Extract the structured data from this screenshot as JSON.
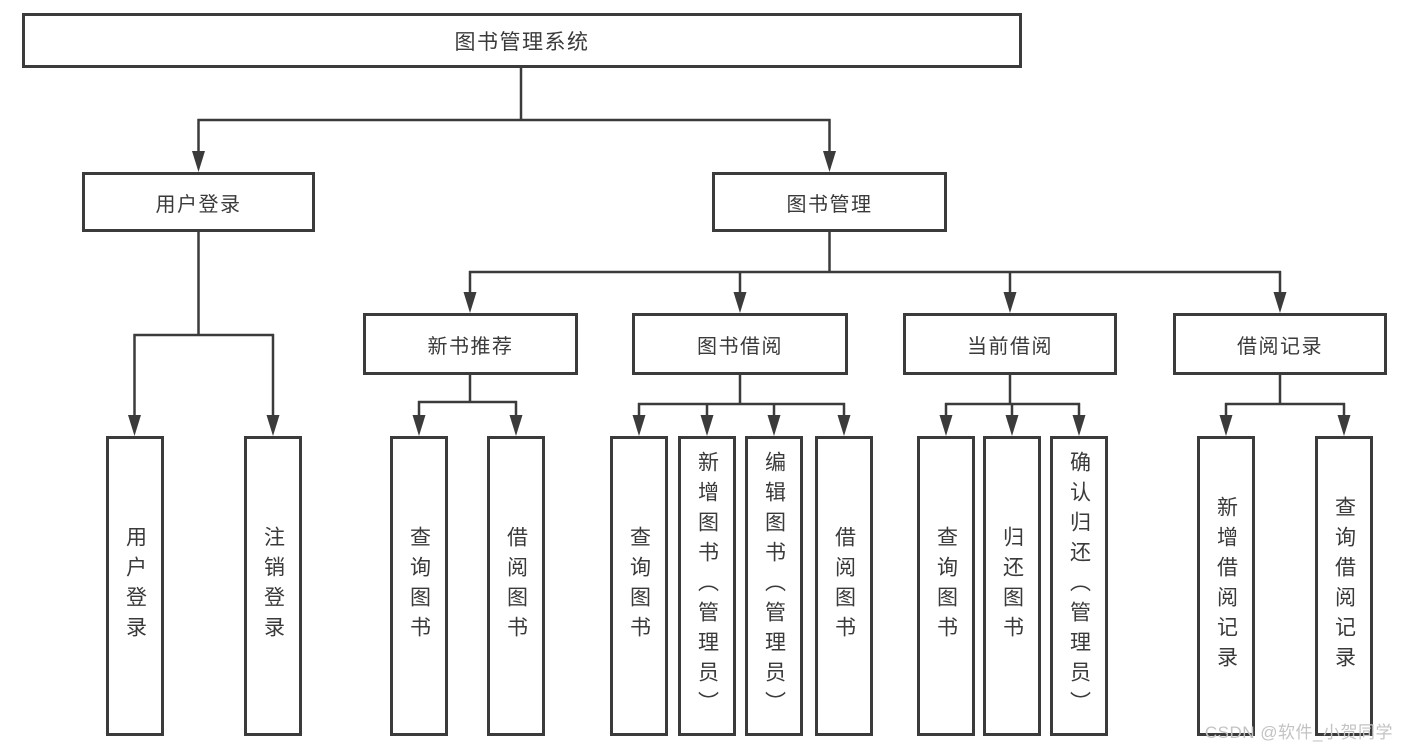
{
  "colors": {
    "line": "#3b3b3b",
    "border": "#3b3b3b",
    "text": "#3a3a3a",
    "background": "#ffffff",
    "watermark": "#c3c3c3"
  },
  "watermark": "CSDN @软件_小贺同学",
  "tree": {
    "label": "图书管理系统",
    "children": [
      {
        "label": "用户登录",
        "children": [
          {
            "label": "用户登录"
          },
          {
            "label": "注销登录"
          }
        ]
      },
      {
        "label": "图书管理",
        "children": [
          {
            "label": "新书推荐",
            "children": [
              {
                "label": "查询图书"
              },
              {
                "label": "借阅图书"
              }
            ]
          },
          {
            "label": "图书借阅",
            "children": [
              {
                "label": "查询图书"
              },
              {
                "label": "新增图书（管理员）"
              },
              {
                "label": "编辑图书（管理员）"
              },
              {
                "label": "借阅图书"
              }
            ]
          },
          {
            "label": "当前借阅",
            "children": [
              {
                "label": "查询图书"
              },
              {
                "label": "归还图书"
              },
              {
                "label": "确认归还（管理员）"
              }
            ]
          },
          {
            "label": "借阅记录",
            "children": [
              {
                "label": "新增借阅记录"
              },
              {
                "label": "查询借阅记录"
              }
            ]
          }
        ]
      }
    ]
  }
}
